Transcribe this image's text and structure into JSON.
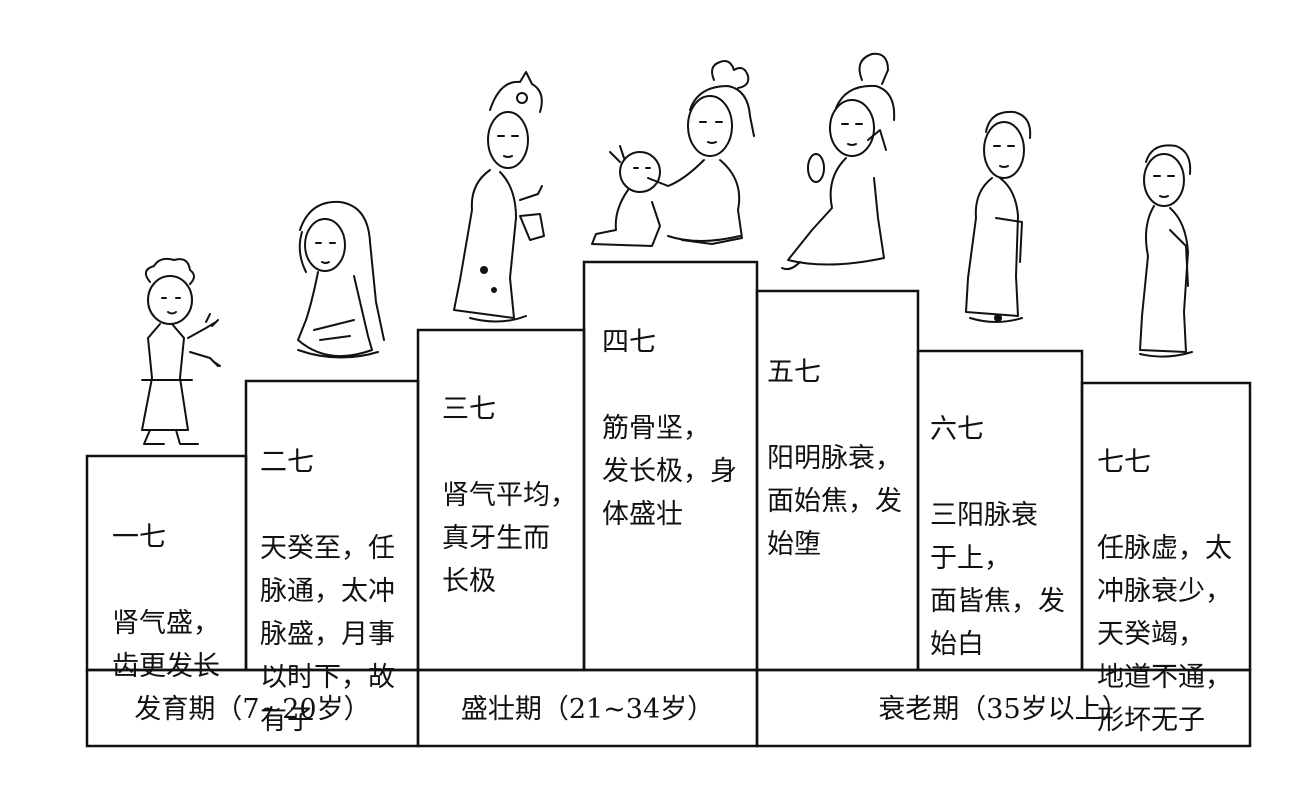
{
  "stages": [
    {
      "title": "一七",
      "text": "肾气盛，\n齿更发长"
    },
    {
      "title": "二七",
      "text": "天癸至，任\n脉通，太冲\n脉盛，月事\n以时下，故\n有子"
    },
    {
      "title": "三七",
      "text": "肾气平均，\n真牙生而\n长极"
    },
    {
      "title": "四七",
      "text": "筋骨坚，\n发长极，身\n体盛壮"
    },
    {
      "title": "五七",
      "text": "阳明脉衰，\n面始焦，发\n始堕"
    },
    {
      "title": "六七",
      "text": "三阳脉衰\n于上，\n面皆焦，发\n始白"
    },
    {
      "title": "七七",
      "text": "任脉虚，太\n冲脉衰少，\n天癸竭，\n地道不通，\n形坏无子"
    }
  ],
  "periods": [
    {
      "label": "发育期（7~20岁）"
    },
    {
      "label": "盛壮期（21~34岁）"
    },
    {
      "label": "衰老期（35岁以上）"
    }
  ]
}
